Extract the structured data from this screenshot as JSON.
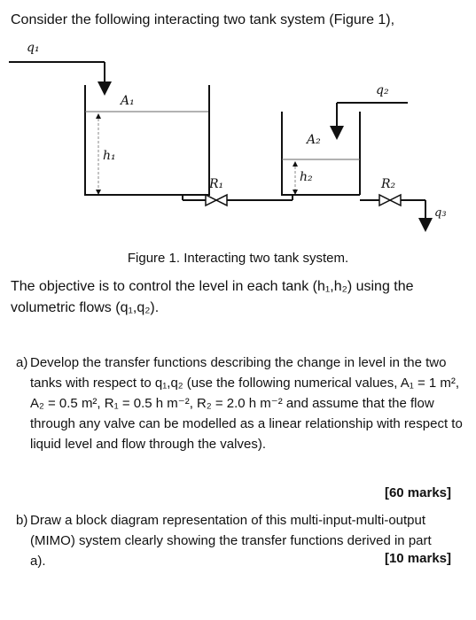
{
  "intro": "Consider the following interacting two tank system (Figure 1),",
  "figure": {
    "q1": "q₁",
    "q2": "q₂",
    "q3": "q₃",
    "A1": "A₁",
    "A2": "A₂",
    "h1": "h₁",
    "h2": "h₂",
    "R1": "R₁",
    "R2": "R₂"
  },
  "caption": "Figure 1. Interacting two tank system.",
  "objective": "The objective is to control the level in each tank (h₁,h₂) using the volumetric flows (q₁,q₂).",
  "part_a": {
    "label": "a)",
    "text": "Develop the transfer functions describing the change in level in the two tanks with respect to q₁,q₂ (use the following numerical values, A₁ = 1 m², A₂ = 0.5 m², R₁ = 0.5 h m⁻², R₂ = 2.0 h m⁻² and assume that the flow through any valve can be modelled as a linear relationship with respect to liquid level and flow through the valves).",
    "marks": "[60 marks]"
  },
  "part_b": {
    "label": "b)",
    "text": "Draw a block diagram representation of this multi-input-multi-output (MIMO) system clearly showing the transfer functions derived in part a).",
    "marks": "[10 marks]"
  }
}
